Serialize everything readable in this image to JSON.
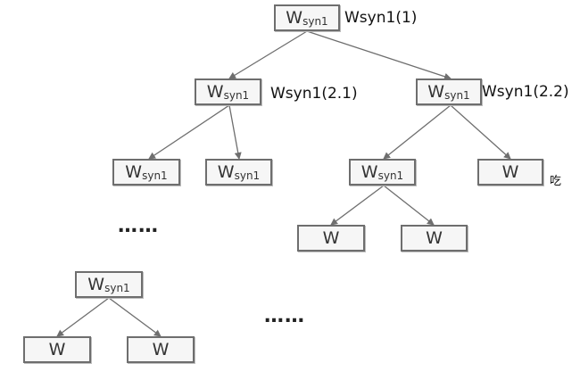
{
  "nodes": {
    "root": {
      "main": "W",
      "sub": "syn1"
    },
    "n21": {
      "main": "W",
      "sub": "syn1"
    },
    "n22": {
      "main": "W",
      "sub": "syn1"
    },
    "n31": {
      "main": "W",
      "sub": "syn1"
    },
    "n32": {
      "main": "W",
      "sub": "syn1"
    },
    "n33": {
      "main": "W",
      "sub": "syn1"
    },
    "n34": {
      "main": "W"
    },
    "n41": {
      "main": "W"
    },
    "n42": {
      "main": "W"
    },
    "n5": {
      "main": "W",
      "sub": "syn1"
    },
    "n51": {
      "main": "W"
    },
    "n52": {
      "main": "W"
    }
  },
  "labels": {
    "root": "Wsyn1(1)",
    "n21": "Wsyn1(2.1)",
    "n22": "Wsyn1(2.2)",
    "n34": "吃"
  },
  "ellipses": {
    "left": "……",
    "bottom": "……"
  }
}
